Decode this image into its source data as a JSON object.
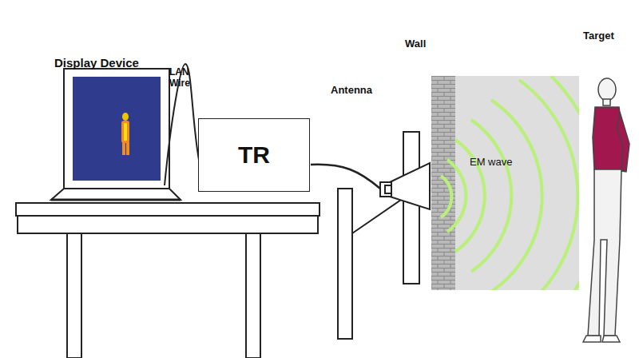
{
  "diagram": {
    "nodes": [
      {
        "text": [
          "TR"
        ]
      }
    ],
    "labels": [
      "Display Device",
      "LAN Wire",
      "Antenna",
      "Wall",
      "EM wave",
      "Target"
    ]
  }
}
